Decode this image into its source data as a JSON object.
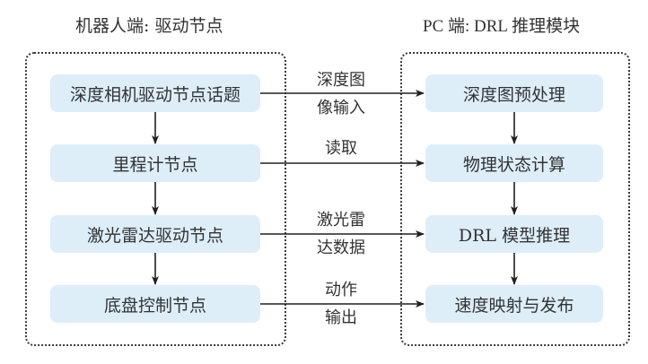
{
  "colors": {
    "node_fill": "#ddeef9",
    "line": "#231f20",
    "text": "#333333"
  },
  "left_panel": {
    "title": "机器人端: 驱动节点",
    "nodes": [
      {
        "label": "深度相机驱动节点话题"
      },
      {
        "label": "里程计节点"
      },
      {
        "label": "激光雷达驱动节点"
      },
      {
        "label": "底盘控制节点"
      }
    ]
  },
  "right_panel": {
    "title": "PC 端: DRL 推理模块",
    "nodes": [
      {
        "label": "深度图预处理"
      },
      {
        "label": "物理状态计算"
      },
      {
        "label": "DRL 模型推理"
      },
      {
        "label": "速度映射与发布"
      }
    ]
  },
  "connections": [
    {
      "from": "深度相机驱动节点话题",
      "to": "深度图预处理",
      "label_top": "深度图",
      "label_bottom": "像输入"
    },
    {
      "from": "里程计节点",
      "to": "物理状态计算",
      "label_top": "读取",
      "label_bottom": ""
    },
    {
      "from": "激光雷达驱动节点",
      "to": "DRL 模型推理",
      "label_top": "激光雷",
      "label_bottom": "达数据"
    },
    {
      "from": "底盘控制节点",
      "to": "速度映射与发布",
      "label_top": "动作",
      "label_bottom": "输出"
    }
  ]
}
